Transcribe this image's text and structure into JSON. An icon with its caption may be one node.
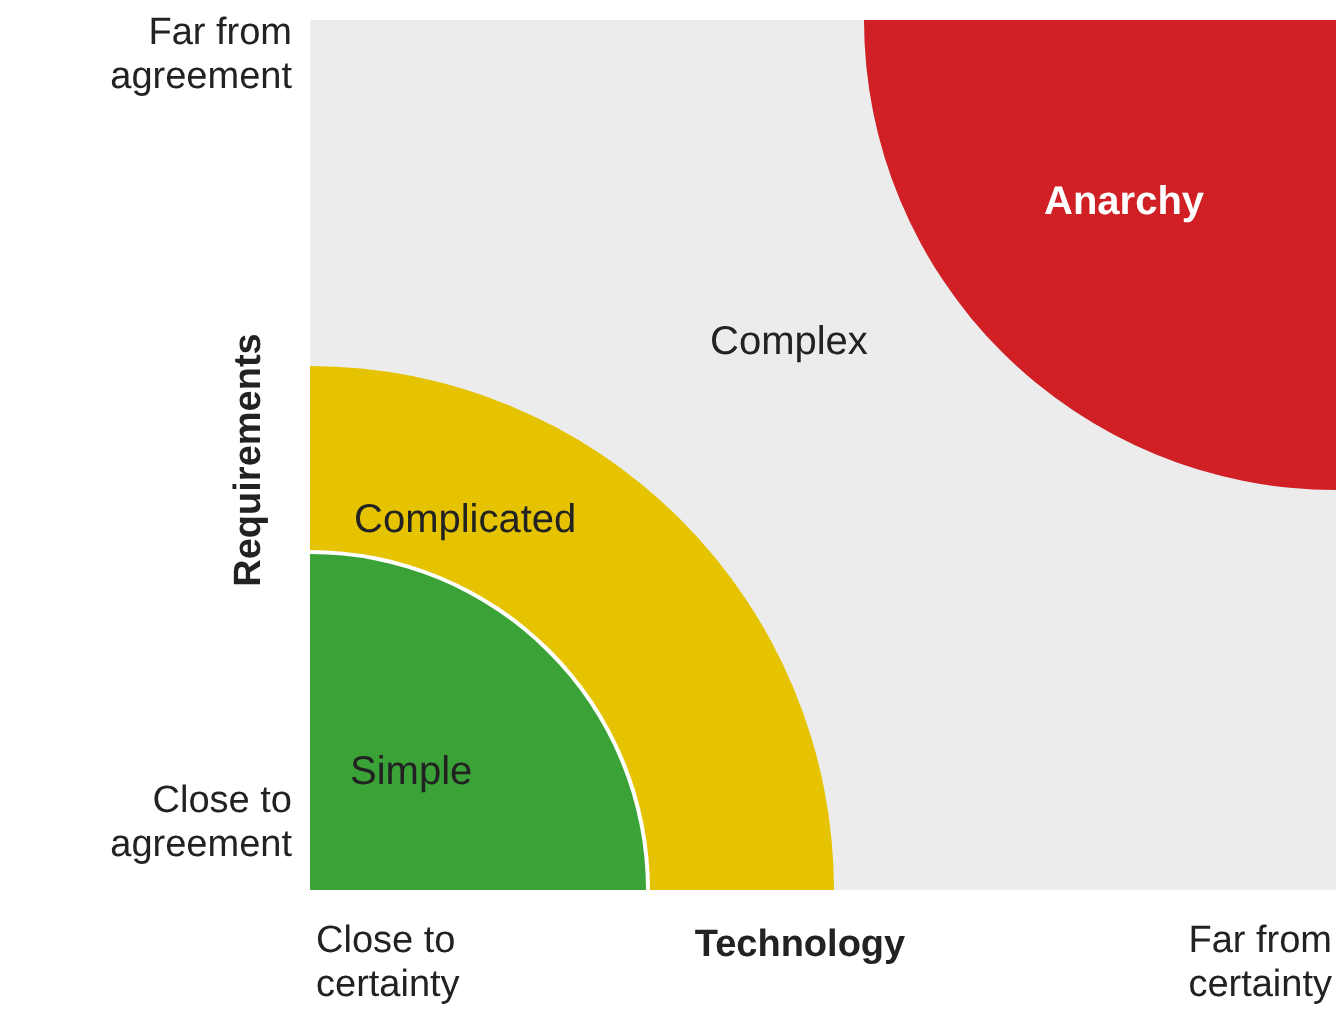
{
  "diagram": {
    "nodes": [
      {
        "text": [
          "Complex"
        ]
      },
      {
        "text": [
          "Anarchy"
        ],
        "in": 0
      },
      {
        "text": [
          "Complicated"
        ],
        "in": 0
      },
      {
        "text": [
          "Simple"
        ],
        "in": 2
      }
    ],
    "labels": [
      "Far from agreement",
      "Requirements",
      "Close to agreement",
      "Close to certainty",
      "Technology",
      "Far from certainty"
    ]
  }
}
